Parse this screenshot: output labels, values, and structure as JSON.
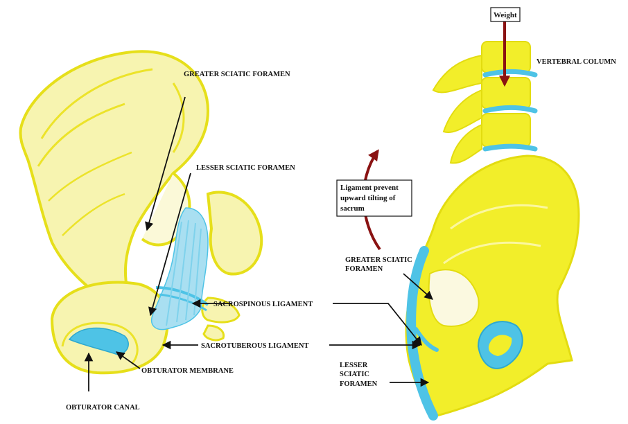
{
  "labels": {
    "greater_sciatic_foramen_left": "GREATER SCIATIC FORAMEN",
    "lesser_sciatic_foramen_left": "LESSER SCIATIC FORAMEN",
    "sacrospinous_ligament": "SACROSPINOUS LIGAMENT",
    "sacrotuberous_ligament": "SACROTUBEROUS LIGAMENT",
    "obturator_membrane": "OBTURATOR MEMBRANE",
    "obturator_canal": "OBTURATOR CANAL",
    "weight": "Weight",
    "vertebral_column": "VERTEBRAL COLUMN",
    "ligament_note": [
      "Ligament prevent",
      "upward tilting of",
      "sacrum"
    ],
    "greater_sciatic_foramen_right": [
      "GREATER SCIATIC",
      "FORAMEN"
    ],
    "lesser_sciatic_foramen_right": [
      "LESSER",
      "SCIATIC",
      "FORAMEN"
    ]
  },
  "colors": {
    "bone": "#f2ee2a",
    "bone_outline": "#e3dc10",
    "ligament": "#4ec3e6",
    "arrow_dark_red": "#8a1212",
    "label_text": "#111111"
  }
}
